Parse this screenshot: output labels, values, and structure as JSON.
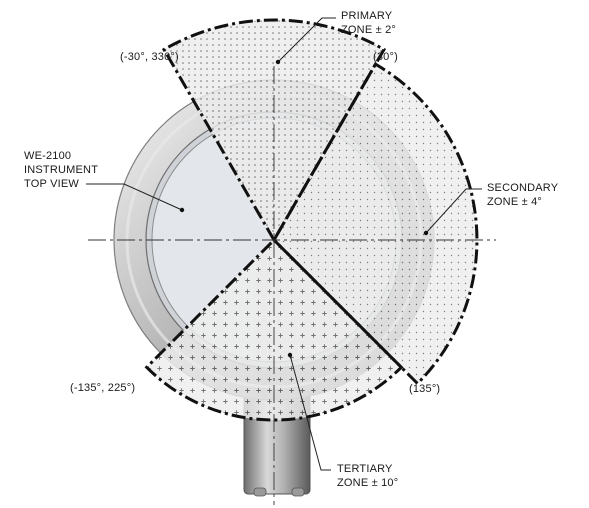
{
  "labels": {
    "primary_zone_line1": "PRIMARY",
    "primary_zone_line2": "ZONE  ± 2°",
    "secondary_zone_line1": "SECONDARY",
    "secondary_zone_line2": "ZONE  ± 4°",
    "tertiary_zone_line1": "TERTIARY",
    "tertiary_zone_line2": "ZONE  ± 10°",
    "instrument_line1": "WE-2100",
    "instrument_line2": "INSTRUMENT",
    "instrument_line3": "TOP VIEW",
    "angle_minus30": "(-30°, 330°)",
    "angle_30": "(30°)",
    "angle_135": "(135°)",
    "angle_minus135": "(-135°, 225°)"
  },
  "zones": [
    {
      "name": "primary",
      "start_deg": -30,
      "end_deg": 30,
      "tolerance_deg": 2
    },
    {
      "name": "secondary",
      "start_deg": 30,
      "end_deg": 135,
      "tolerance_deg": 4
    },
    {
      "name": "tertiary",
      "start_deg": 135,
      "end_deg": 225,
      "tolerance_deg": 10
    }
  ],
  "colors": {
    "ring_outer": "#9a9a9a",
    "ring_inner": "#d9d9d9",
    "face": "#e3e6ea",
    "zone_fill": "#ececec",
    "zone_edge": "#111111"
  }
}
